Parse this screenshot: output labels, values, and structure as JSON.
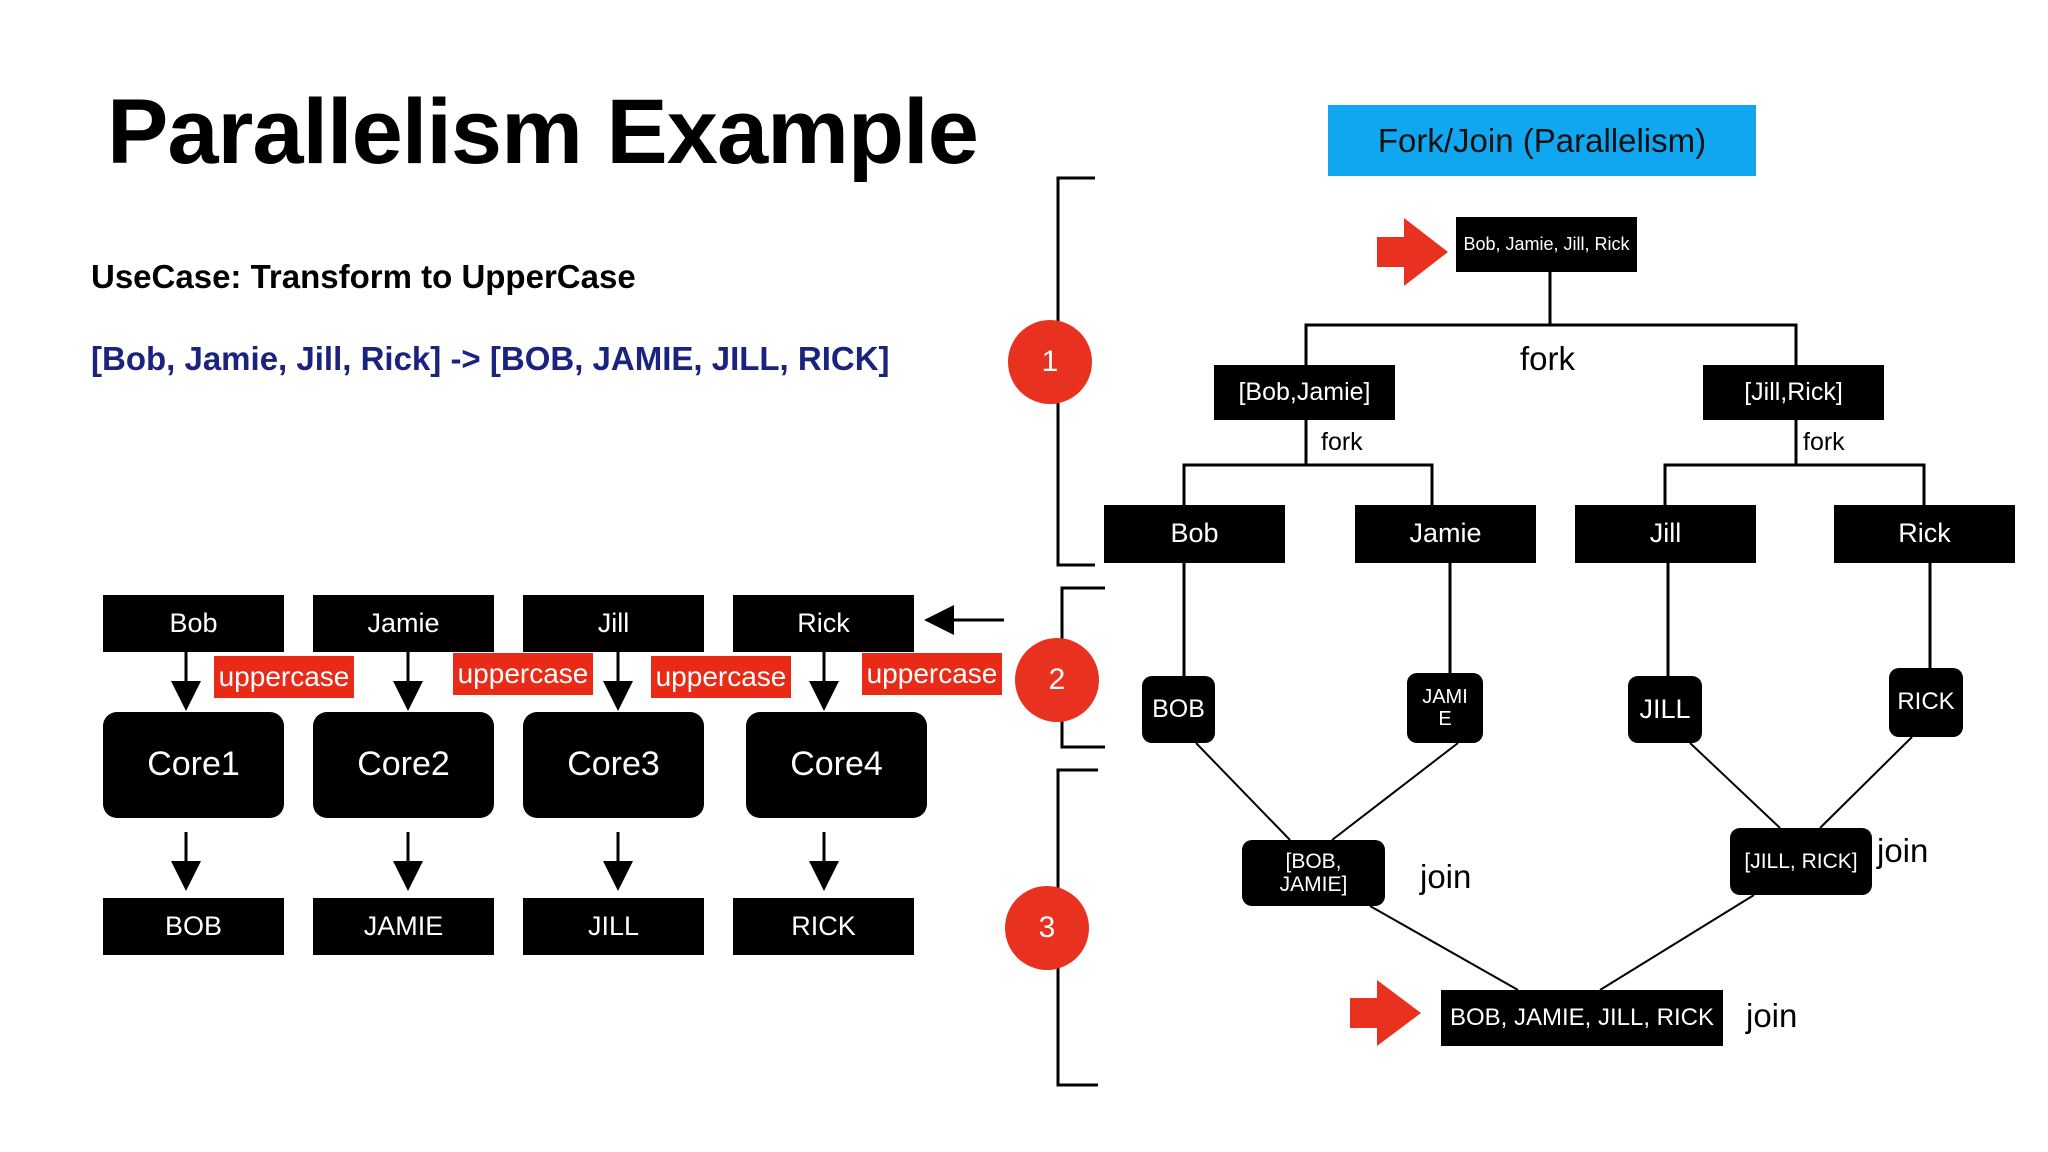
{
  "title": "Parallelism Example",
  "usecase": "UseCase: Transform to UpperCase",
  "example": "[Bob, Jamie, Jill, Rick] -> [BOB, JAMIE, JILL, RICK]",
  "left_diagram": {
    "inputs": [
      "Bob",
      "Jamie",
      "Jill",
      "Rick"
    ],
    "operation_labels": [
      "uppercase",
      "uppercase",
      "uppercase",
      "uppercase"
    ],
    "cores": [
      "Core1",
      "Core2",
      "Core3",
      "Core4"
    ],
    "outputs": [
      "BOB",
      "JAMIE",
      "JILL",
      "RICK"
    ]
  },
  "steps": [
    "1",
    "2",
    "3"
  ],
  "fork_join": {
    "header": "Fork/Join (Parallelism)",
    "root": "Bob, Jamie, Jill, Rick",
    "fork_label": "fork",
    "split_left": "[Bob,Jamie]",
    "split_right": "[Jill,Rick]",
    "fork_left_label": "fork",
    "fork_right_label": "fork",
    "leaves": [
      "Bob",
      "Jamie",
      "Jill",
      "Rick"
    ],
    "upper_bob": "BOB",
    "upper_jamie_line1": "JAMI",
    "upper_jamie_line2": "E",
    "upper_jill": "JILL",
    "upper_rick": "RICK",
    "join_left_line1": "[BOB,",
    "join_left_line2": "JAMIE]",
    "join_left_label": "join",
    "join_right": "[JILL, RICK]",
    "join_right_label": "join",
    "final": "BOB, JAMIE, JILL, RICK",
    "final_label": "join"
  },
  "colors": {
    "accent_red": "#e82a17",
    "header_blue": "#10a7f0",
    "example_navy": "#1a237e"
  }
}
